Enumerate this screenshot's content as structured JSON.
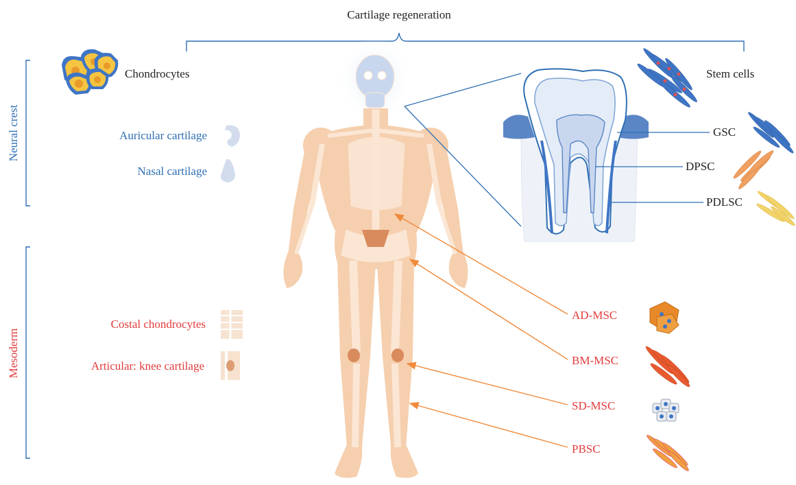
{
  "title": "Cartilage regeneration",
  "groups": {
    "neural_crest": "Neural crest",
    "mesoderm": "Mesoderm"
  },
  "chondrocytes": {
    "heading": "Chondrocytes",
    "neural_crest_items": [
      "Auricular cartilage",
      "Nasal cartilage"
    ],
    "mesoderm_items": [
      "Costal chondrocytes",
      "Articular: knee cartilage"
    ]
  },
  "stem_cells": {
    "heading": "Stem cells",
    "dental": [
      "GSC",
      "DPSC",
      "PDLSC"
    ],
    "mesenchymal": [
      "AD-MSC",
      "BM-MSC",
      "SD-MSC",
      "PBSC"
    ]
  },
  "colors": {
    "neural_crest": "#2f6fb3",
    "mesoderm": "#e23b3b",
    "arrow": "#f08a3c",
    "body": "#f5cfae",
    "bone": "#fbe6d4"
  }
}
